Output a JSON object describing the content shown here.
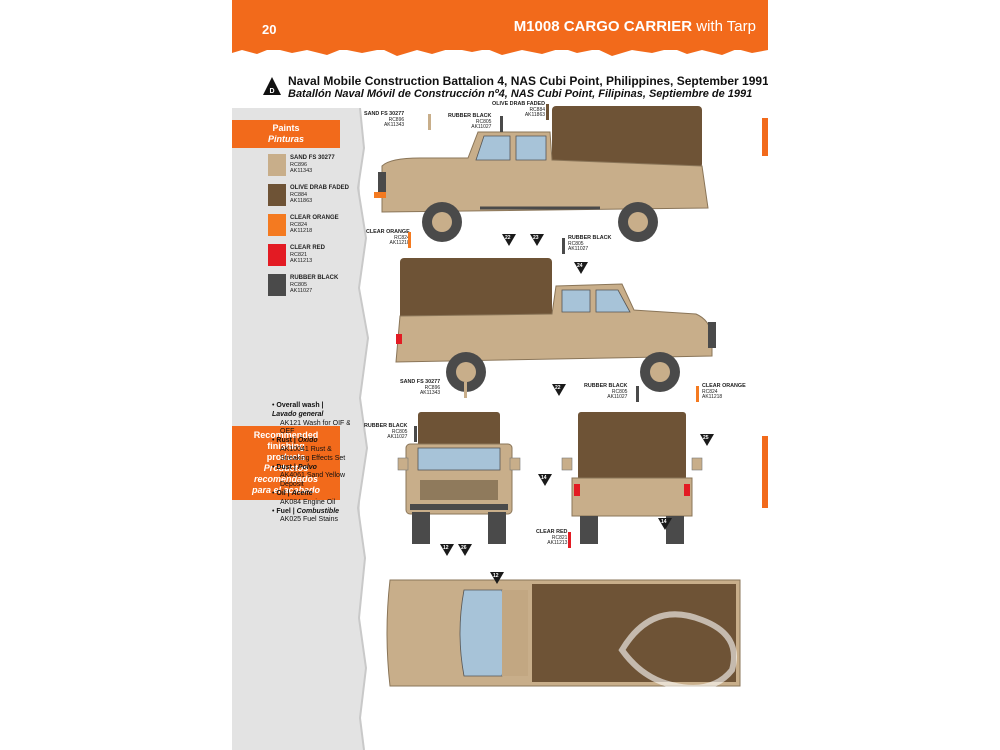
{
  "header": {
    "page_number": "20",
    "title_main": "M1008 CARGO CARRIER",
    "title_sub": "with Tarp"
  },
  "scheme": {
    "marker": "D",
    "title_en": "Naval Mobile Construction Battalion 4, NAS Cubi Point, Philippines, September 1991",
    "title_es": "Batallón Naval Móvil de Construcción nº4, NAS Cubi Point, Filipinas, Septiembre de 1991"
  },
  "paints": {
    "heading_en": "Paints",
    "heading_es": "Pinturas",
    "items": [
      {
        "name": "SAND FS 30277",
        "code1": "RC896",
        "code2": "AK11343",
        "color": "#c8ae8a"
      },
      {
        "name": "OLIVE DRAB FADED",
        "code1": "RC884",
        "code2": "AK11863",
        "color": "#6e5336"
      },
      {
        "name": "CLEAR ORANGE",
        "code1": "RC824",
        "code2": "AK11218",
        "color": "#f47a20"
      },
      {
        "name": "CLEAR RED",
        "code1": "RC821",
        "code2": "AK11213",
        "color": "#e31b23"
      },
      {
        "name": "RUBBER BLACK",
        "code1": "RC805",
        "code2": "AK11027",
        "color": "#4a4a4a"
      }
    ]
  },
  "finishing": {
    "heading_en_1": "Recommended",
    "heading_en_2": "finishing",
    "heading_en_3": "products",
    "heading_es_1": "Productos",
    "heading_es_2": "recomendados",
    "heading_es_3": "para el acabado",
    "items": [
      {
        "en": "Overall wash |",
        "es": "Lavado general",
        "value": "AK121 Wash for OIF & OEF"
      },
      {
        "en": "Rust |",
        "es": "Óxido",
        "value": "AK10041 Rust & Streaking Effects Set"
      },
      {
        "en": "Dust |",
        "es": "Polvo",
        "value": "AK4061 Sand Yellow Deposit"
      },
      {
        "en": "Oil |",
        "es": "Aceite",
        "value": "AK084 Engine Oil"
      },
      {
        "en": "Fuel |",
        "es": "Combustible",
        "value": "AK025 Fuel Stains"
      }
    ]
  },
  "callouts": {
    "sand": {
      "name": "SAND FS 30277",
      "c1": "RC896",
      "c2": "AK11343"
    },
    "rubber": {
      "name": "RUBBER BLACK",
      "c1": "RC805",
      "c2": "AK11027"
    },
    "olive": {
      "name": "OLIVE DRAB FADED",
      "c1": "RC884",
      "c2": "AK11863"
    },
    "orange": {
      "name": "CLEAR ORANGE",
      "c1": "RC824",
      "c2": "AK11218"
    },
    "red": {
      "name": "CLEAR RED",
      "c1": "RC821",
      "c2": "AK11213"
    }
  },
  "markers": [
    "22",
    "23",
    "24",
    "22",
    "14",
    "25",
    "12",
    "26",
    "14",
    "12"
  ],
  "colors": {
    "brand_orange": "#f26a1b",
    "sand": "#c8ae8a",
    "olive": "#6e5336",
    "sidebar_grey": "#e3e3e3"
  }
}
